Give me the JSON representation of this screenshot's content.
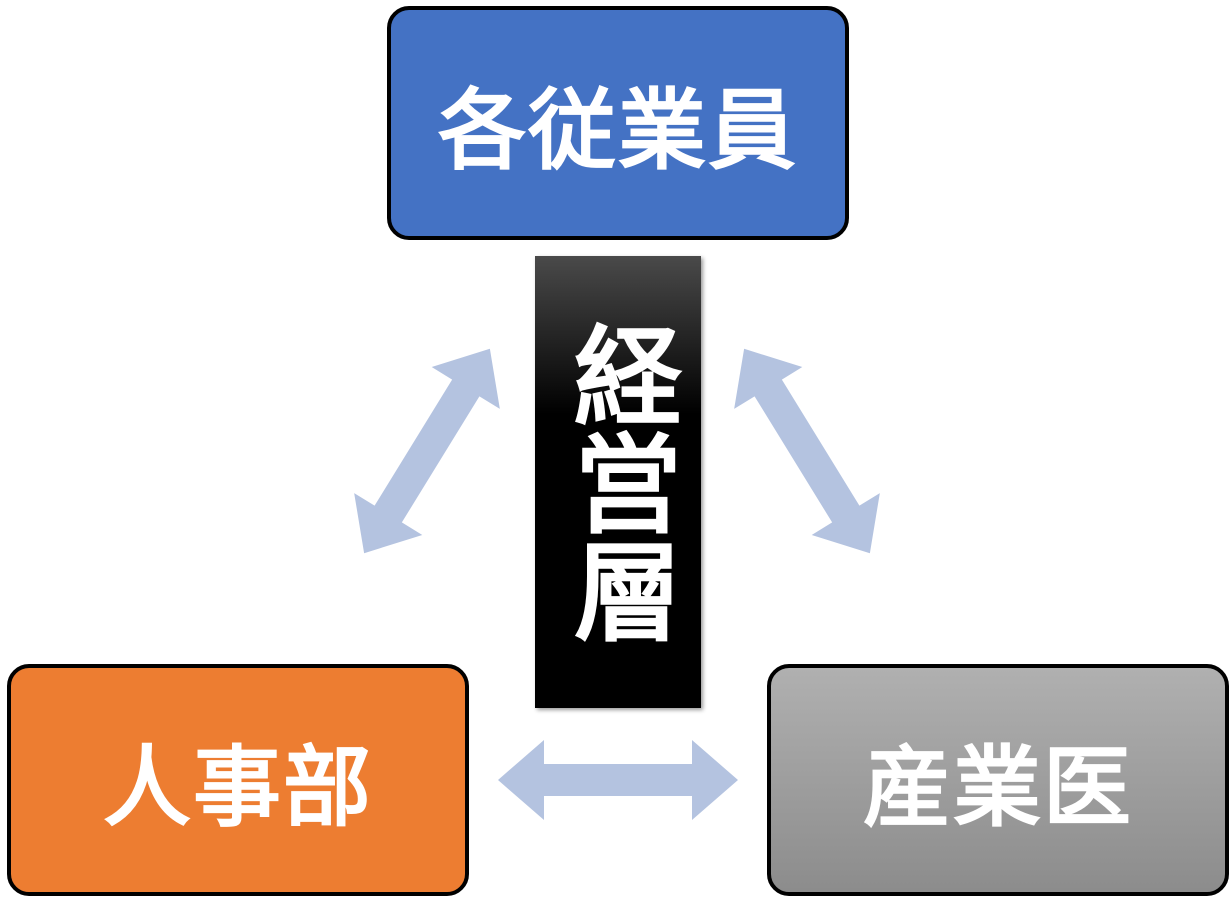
{
  "nodes": {
    "employees": "各従業員",
    "management": "経営層",
    "hr": "人事部",
    "doctor": "産業医"
  },
  "colors": {
    "employees": "#4472C4",
    "hr": "#ED7D31",
    "doctor": "#999999",
    "management": "#000000",
    "arrow": "#B4C3E0"
  }
}
